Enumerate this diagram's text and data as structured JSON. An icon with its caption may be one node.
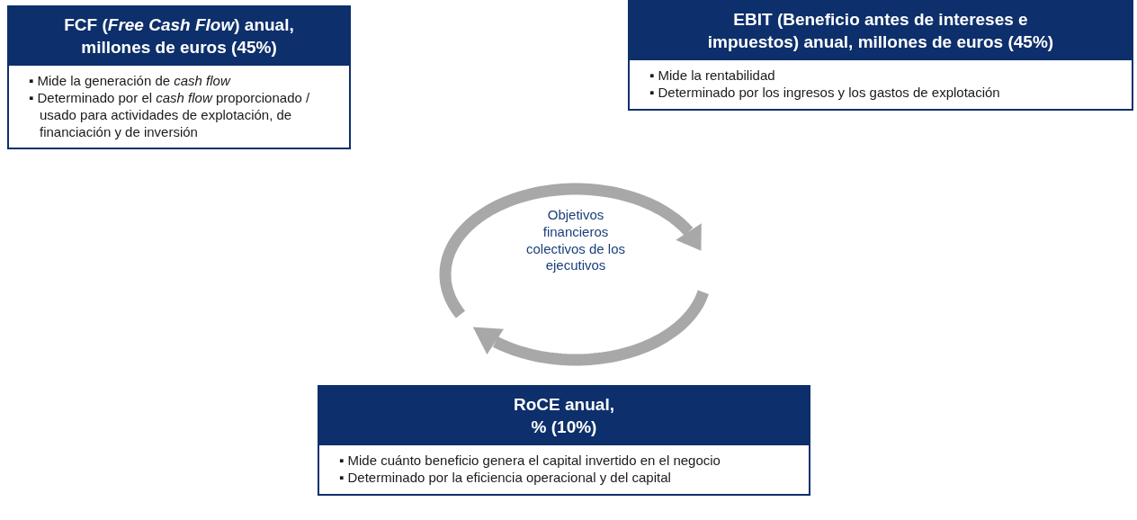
{
  "diagram": {
    "nodes": [
      {
        "text": [
          "FCF (*Free Cash Flow*) anual, millones de euros (45%)",
          "▪ Mide la generación de *cash flow*",
          "▪ Determinado por el *cash flow* proporcionado / usado para actividades de explotación, de financiación y de inversión"
        ]
      },
      {
        "text": [
          "EBIT (Beneficio antes de intereses e impuestos) anual, millones de euros (45%)",
          "▪ Mide la rentabilidad",
          "▪ Determinado por los ingresos y los gastos de explotación"
        ]
      },
      {
        "text": [
          "RoCE anual, % (10%)",
          "▪ Mide cuánto beneficio genera el capital invertido en el negocio",
          "▪ Determinado por la eficiencia operacional y del capital"
        ]
      }
    ],
    "labels": [
      "Objetivos financieros colectivos de los ejecutivos"
    ]
  }
}
